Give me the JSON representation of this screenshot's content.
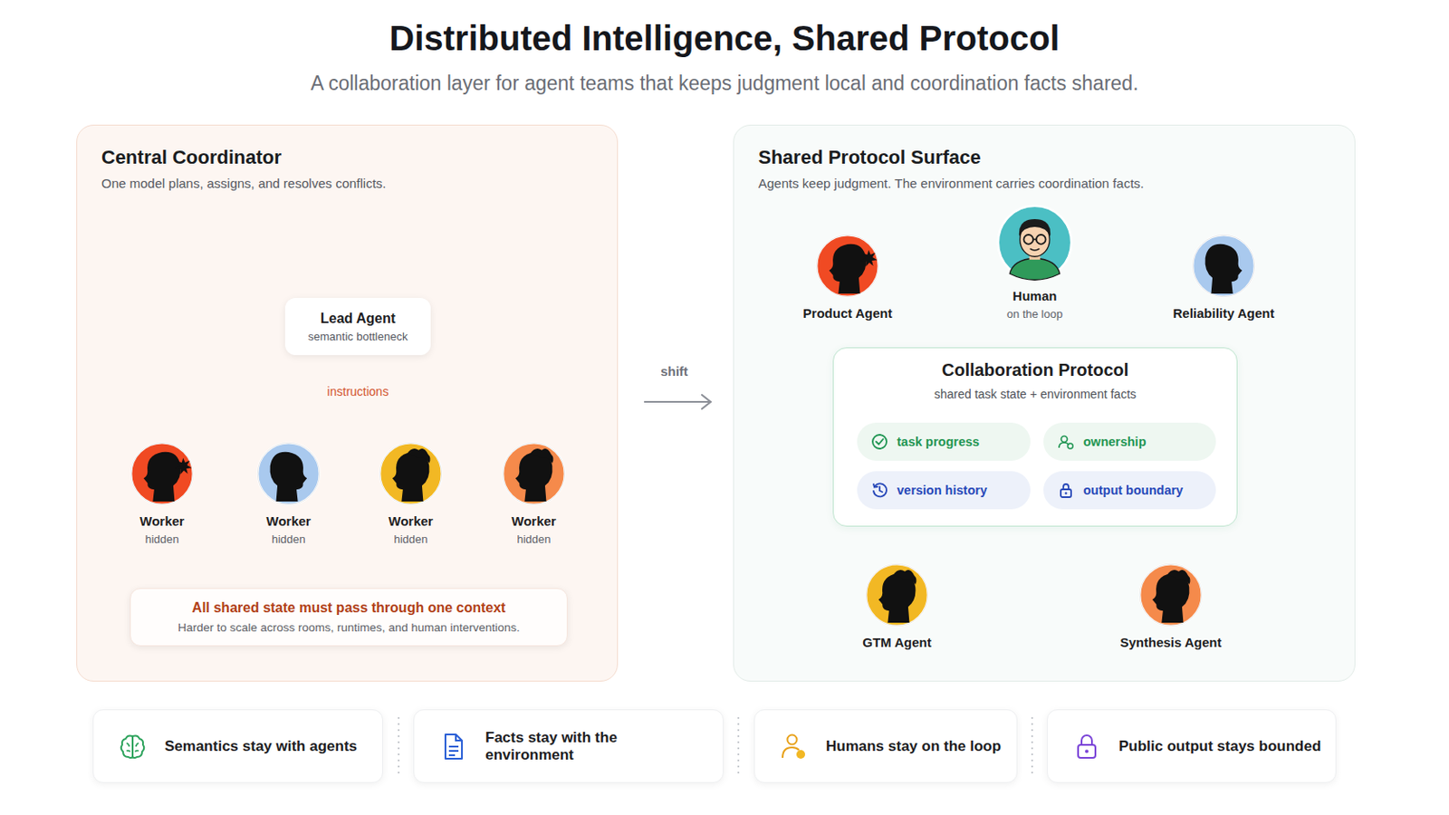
{
  "diagram": {
    "title": "Distributed Intelligence, Shared Protocol",
    "caption": "A collaboration layer for agent teams that keeps judgment local and coordination facts shared.",
    "nodes": [
      {
        "text": [
          "Central Coordinator",
          "One model plans, assigns, and resolves conflicts."
        ]
      },
      {
        "text": [
          "Lead Agent",
          "semantic bottleneck"
        ],
        "in": 0
      },
      {
        "text": [
          "Worker",
          "hidden"
        ],
        "in": 0
      },
      {
        "text": [
          "Worker",
          "hidden"
        ],
        "in": 0
      },
      {
        "text": [
          "Worker",
          "hidden"
        ],
        "in": 0
      },
      {
        "text": [
          "Worker",
          "hidden"
        ],
        "in": 0
      },
      {
        "text": [
          "All shared state must pass through one context",
          "Harder to scale across rooms, runtimes, and human interventions."
        ],
        "in": 0
      },
      {
        "text": [
          "Shared Protocol Surface",
          "Agents keep judgment. The environment carries coordination facts."
        ]
      },
      {
        "text": [
          "Product Agent"
        ],
        "in": 7
      },
      {
        "text": [
          "Human",
          "on the loop"
        ],
        "in": 7
      },
      {
        "text": [
          "Reliability Agent"
        ],
        "in": 7
      },
      {
        "text": [
          "Collaboration Protocol",
          "shared task state + environment facts"
        ],
        "in": 7
      },
      {
        "text": [
          "task progress"
        ],
        "in": 11
      },
      {
        "text": [
          "ownership"
        ],
        "in": 11
      },
      {
        "text": [
          "version history"
        ],
        "in": 11
      },
      {
        "text": [
          "output boundary"
        ],
        "in": 11
      },
      {
        "text": [
          "GTM Agent"
        ],
        "in": 7
      },
      {
        "text": [
          "Synthesis Agent"
        ],
        "in": 7
      },
      {
        "text": [
          "Semantics stay with agents"
        ]
      },
      {
        "text": [
          "Facts stay with the environment"
        ]
      },
      {
        "text": [
          "Humans stay on the loop"
        ]
      },
      {
        "text": [
          "Public output stays bounded"
        ]
      }
    ],
    "edges": [
      {
        "from": 1,
        "to": 2,
        "arrow": "none"
      },
      {
        "from": 1,
        "to": 3,
        "arrow": "none"
      },
      {
        "from": 1,
        "to": 4,
        "arrow": "none"
      },
      {
        "from": 1,
        "to": 5,
        "arrow": "none"
      },
      {
        "from": 8,
        "to": 11,
        "arrow": "to"
      },
      {
        "from": 9,
        "to": 11,
        "arrow": "to"
      },
      {
        "from": 10,
        "to": 11,
        "arrow": "to"
      },
      {
        "from": 16,
        "to": 11,
        "arrow": "to"
      },
      {
        "from": 17,
        "to": 11,
        "arrow": "to"
      }
    ],
    "labels": [
      "instructions",
      "shift"
    ]
  }
}
